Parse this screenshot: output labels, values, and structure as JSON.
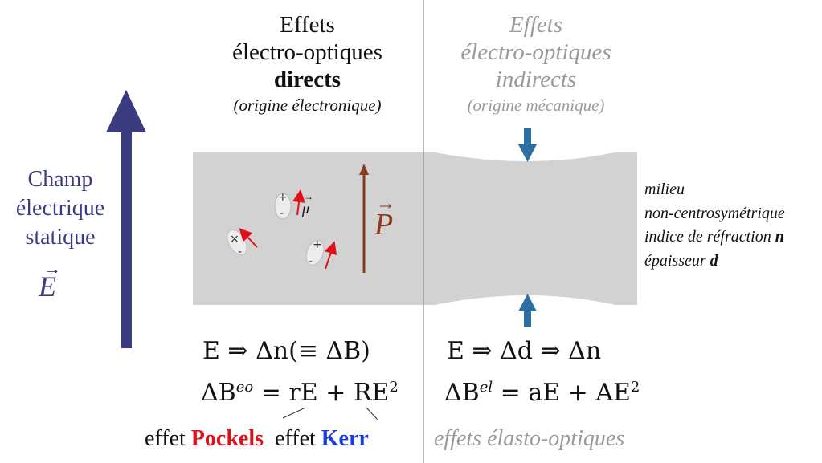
{
  "left_heading": {
    "line1": "Effets",
    "line2": "électro-optiques",
    "bold": "directs",
    "sub": "(origine électronique)"
  },
  "right_heading": {
    "line1": "Effets",
    "line2": "électro-optiques",
    "line3": "indirects",
    "sub": "(origine mécanique)"
  },
  "field_label": {
    "line1": "Champ",
    "line2": "électrique",
    "line3": "statique",
    "symbol": "E"
  },
  "medium": {
    "line1": "milieu",
    "line2": "non-centrosymétrique",
    "line3_text": "indice de réfraction ",
    "line3_var": "n",
    "line4_text": "épaisseur ",
    "line4_var": "d"
  },
  "dipole": {
    "mu": "μ",
    "polarization": "P",
    "plus": "+",
    "minus": "-",
    "cross": "×"
  },
  "equations_left": {
    "line1": "E ⇒ Δn(≡ ΔB)",
    "line2_main": "ΔB",
    "line2_sup": "eo",
    "line2_rest": " = rE + RE",
    "line2_exp": "2"
  },
  "equations_right": {
    "line1": "E ⇒ Δd ⇒ Δn",
    "line2_main": "ΔB",
    "line2_sup": "el",
    "line2_rest": " = aE + AE",
    "line2_exp": "2"
  },
  "bottom": {
    "effet1": "effet ",
    "pockels": "Pockels",
    "effet2": "effet ",
    "kerr": "Kerr",
    "elasto": "effets élasto-optiques"
  },
  "colors": {
    "field": "#3b3b80",
    "polarization": "#8b3a1e",
    "pockels": "#e0101a",
    "kerr": "#1b3de0",
    "mechanical": "#2d6fa3",
    "medium": "#d2d2d2"
  }
}
